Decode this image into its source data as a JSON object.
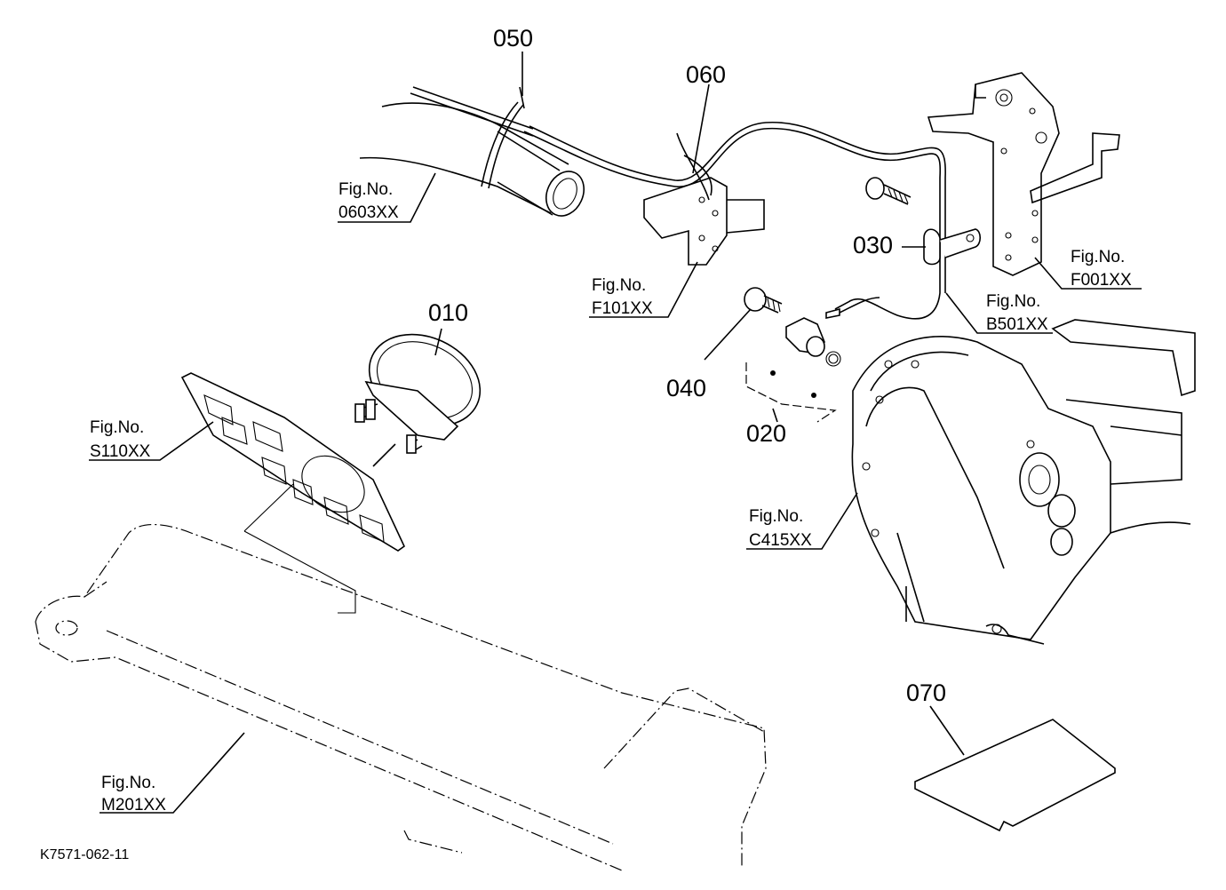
{
  "diagram": {
    "id": "K7571-062-11",
    "parts": [
      {
        "key": "p010",
        "number": "010"
      },
      {
        "key": "p020",
        "number": "020"
      },
      {
        "key": "p030",
        "number": "030"
      },
      {
        "key": "p040",
        "number": "040"
      },
      {
        "key": "p050",
        "number": "050"
      },
      {
        "key": "p060",
        "number": "060"
      },
      {
        "key": "p070",
        "number": "070"
      }
    ],
    "figure_refs": [
      {
        "key": "f0603",
        "label": "Fig.No.",
        "code": "0603XX"
      },
      {
        "key": "f101",
        "label": "Fig.No.",
        "code": "F101XX"
      },
      {
        "key": "f001",
        "label": "Fig.No.",
        "code": "F001XX"
      },
      {
        "key": "b501",
        "label": "Fig.No.",
        "code": "B501XX"
      },
      {
        "key": "s110",
        "label": "Fig.No.",
        "code": "S110XX"
      },
      {
        "key": "c415",
        "label": "Fig.No.",
        "code": "C415XX"
      },
      {
        "key": "m201",
        "label": "Fig.No.",
        "code": "M201XX"
      }
    ]
  }
}
